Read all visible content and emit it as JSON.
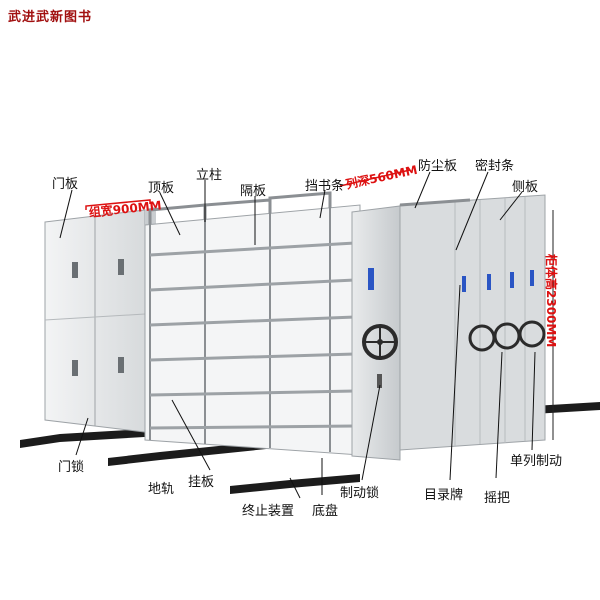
{
  "brand": "武进武新图书",
  "labels": {
    "door_panel": "门板",
    "top_panel": "顶板",
    "column": "立柱",
    "shelf": "隔板",
    "book_stopper": "挡书条",
    "dust_cover": "防尘板",
    "seal_strip": "密封条",
    "side_panel": "侧板",
    "door_lock": "门锁",
    "ground_rail": "地轨",
    "hanging_plate": "挂板",
    "end_stop": "终止装置",
    "base": "底盘",
    "brake_lock": "制动锁",
    "catalog_card": "目录牌",
    "hand_crank": "摇把",
    "row_brake": "单列制动"
  },
  "dimensions": {
    "width": "组宽900MM",
    "depth": "列深560MM",
    "height": "柜体高2300MM"
  },
  "colors": {
    "cabinet": "#e8e9ea",
    "cabinet_shade": "#cfd2d4",
    "frame": "#8b8f93",
    "rail": "#1c1c1c",
    "label_red": "#dd1111",
    "brand_red": "#a11010",
    "handle_blue": "#2a55c4"
  }
}
